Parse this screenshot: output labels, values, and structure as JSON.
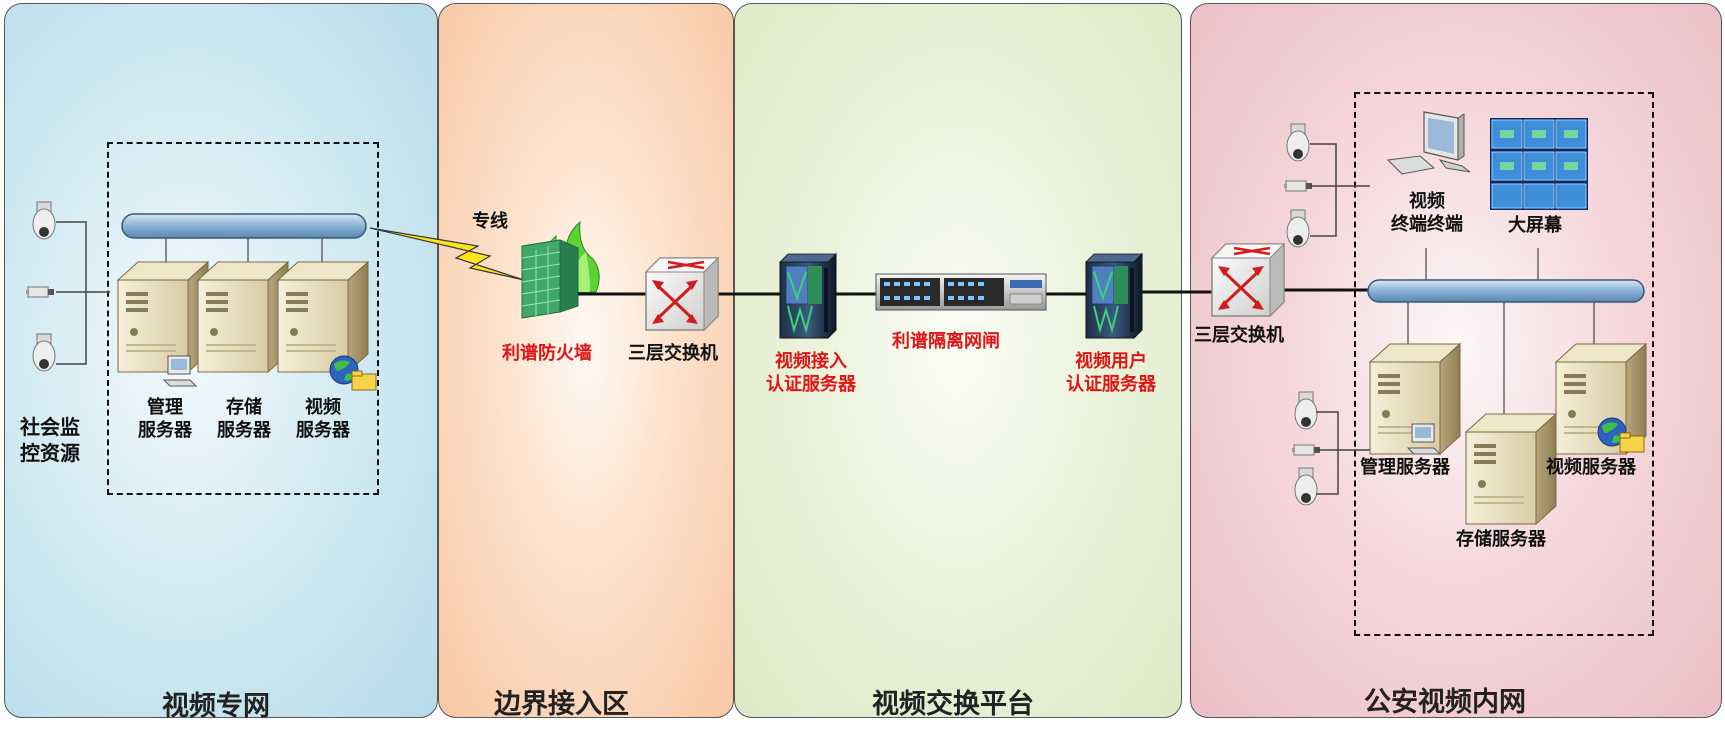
{
  "zones": {
    "video_private": "视频专网",
    "border_access": "边界接入区",
    "exchange_platform": "视频交换平台",
    "police_intranet": "公安视频内网"
  },
  "labels": {
    "social_monitor_line1": "社会监",
    "social_monitor_line2": "控资源",
    "mgmt_server_line1": "管理",
    "mgmt_server_line2": "服务器",
    "storage_server_line1": "存储",
    "storage_server_line2": "服务器",
    "video_server_line1": "视频",
    "video_server_line2": "服务器",
    "dedicated_line": "专线",
    "firewall": "利谱防火墙",
    "l3_switch_left": "三层交换机",
    "access_auth_line1": "视频接入",
    "access_auth_line2": "认证服务器",
    "isolation_gateway": "利谱隔离网闸",
    "user_auth_line1": "视频用户",
    "user_auth_line2": "认证服务器",
    "l3_switch_right": "三层交换机",
    "video_terminal_line1": "视频",
    "video_terminal_line2": "终端终端",
    "big_screen": "大屏幕",
    "mgmt_server_right": "管理服务器",
    "storage_server_right": "存储服务器",
    "video_server_right": "视频服务器"
  },
  "colors": {
    "highlight_red": "#e01515",
    "bus_blue": "#8fb6d8"
  }
}
